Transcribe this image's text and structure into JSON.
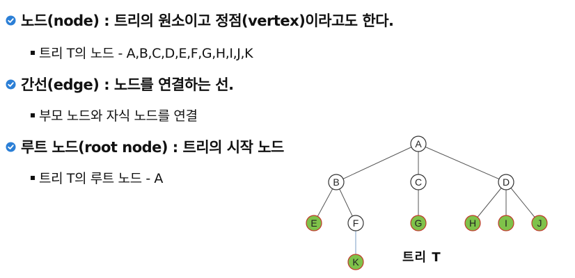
{
  "bullets": [
    {
      "text": "노드(node) : 트리의 원소이고 정점(vertex)이라고도 한다.",
      "sub": "트리 T의 노드 - A,B,C,D,E,F,G,H,I,J,K"
    },
    {
      "text": "간선(edge) : 노드를 연결하는 선.",
      "sub": "부모 노드와 자식 노드를 연결"
    },
    {
      "text": "루트 노드(root node) : 트리의 시작 노드",
      "sub": "트리 T의 루트 노드 - A"
    }
  ],
  "tree": {
    "caption": "트리 T",
    "nodes": [
      {
        "id": "A",
        "label": "A",
        "highlight": false
      },
      {
        "id": "B",
        "label": "B",
        "highlight": false
      },
      {
        "id": "C",
        "label": "C",
        "highlight": false
      },
      {
        "id": "D",
        "label": "D",
        "highlight": false
      },
      {
        "id": "E",
        "label": "E",
        "highlight": true
      },
      {
        "id": "F",
        "label": "F",
        "highlight": false
      },
      {
        "id": "G",
        "label": "G",
        "highlight": true
      },
      {
        "id": "H",
        "label": "H",
        "highlight": true
      },
      {
        "id": "I",
        "label": "I",
        "highlight": true
      },
      {
        "id": "J",
        "label": "J",
        "highlight": true
      },
      {
        "id": "K",
        "label": "K",
        "highlight": true
      }
    ],
    "edges": [
      [
        "A",
        "B"
      ],
      [
        "A",
        "C"
      ],
      [
        "A",
        "D"
      ],
      [
        "B",
        "E"
      ],
      [
        "B",
        "F"
      ],
      [
        "C",
        "G"
      ],
      [
        "D",
        "H"
      ],
      [
        "D",
        "I"
      ],
      [
        "D",
        "J"
      ],
      [
        "F",
        "K"
      ]
    ]
  },
  "colors": {
    "bullet_icon": "#2b7fd6",
    "leaf_fill": "#7fc24a",
    "leaf_stroke": "#c0392b",
    "node_fill": "#ffffff",
    "node_stroke": "#333333",
    "edge": "#555555",
    "edge_fk": "#7a9cc6"
  }
}
